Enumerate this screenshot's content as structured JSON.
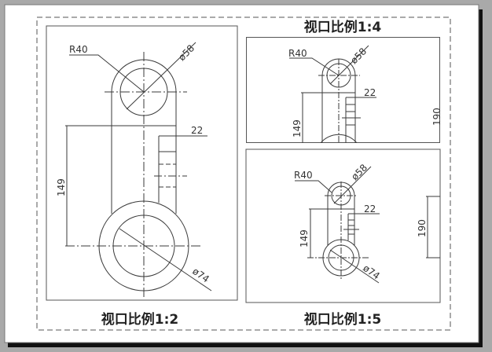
{
  "layout": {
    "paper_color": "#ffffff",
    "background_color": "#a9a9a9",
    "line_color": "#3a3a3a"
  },
  "viewports": [
    {
      "id": "viewport-1-2",
      "label": "视口比例1:2",
      "scale": "1:2",
      "dimensions": {
        "radius": "R40",
        "top_diameter": "ø58",
        "bottom_diameter": "ø74",
        "center_distance": "149",
        "rib_width": "22"
      }
    },
    {
      "id": "viewport-1-4",
      "label": "视口比例1:4",
      "scale": "1:4",
      "dimensions": {
        "radius": "R40",
        "top_diameter": "ø58",
        "center_distance": "149",
        "rib_width": "22",
        "overall_partial": "190"
      }
    },
    {
      "id": "viewport-1-5",
      "label": "视口比例1:5",
      "scale": "1:5",
      "dimensions": {
        "radius": "R40",
        "top_diameter": "ø58",
        "bottom_diameter": "ø74",
        "center_distance": "149",
        "rib_width": "22",
        "overall_height": "190"
      }
    }
  ]
}
